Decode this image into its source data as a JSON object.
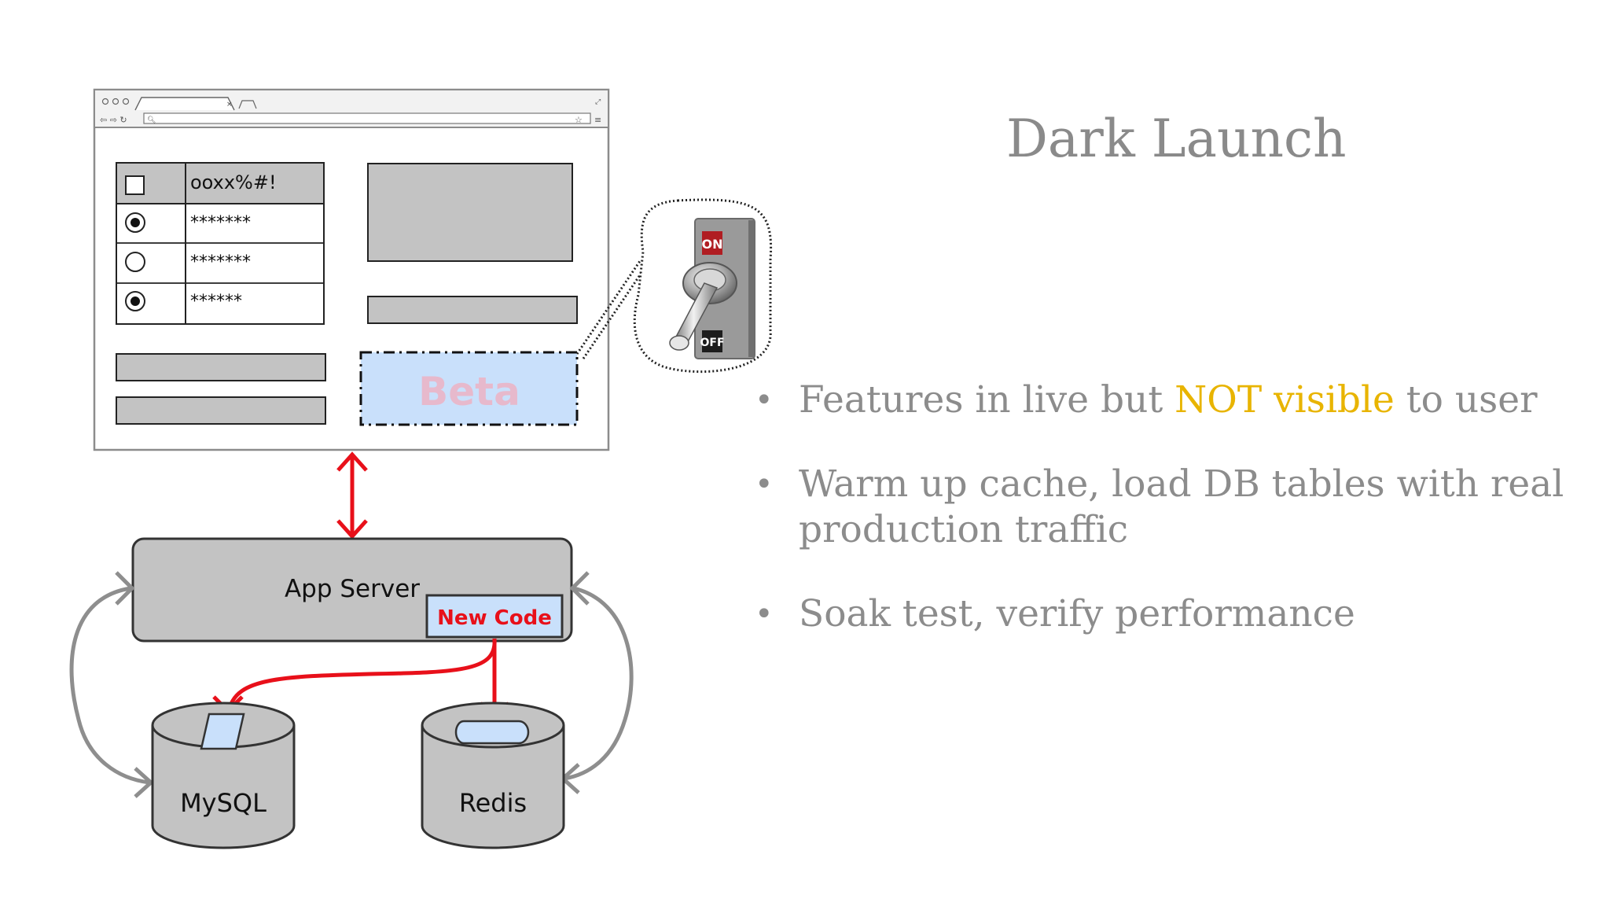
{
  "slide": {
    "title": "Dark Launch",
    "highlight_color": "#e8b400",
    "bullets": [
      {
        "before": "Features in live but ",
        "highlight": "NOT visible",
        "after": " to user"
      },
      {
        "before": "Warm up cache, load DB tables with real production traffic",
        "highlight": "",
        "after": ""
      },
      {
        "before": "Soak test, verify performance",
        "highlight": "",
        "after": ""
      }
    ]
  },
  "diagram": {
    "browser": {
      "table": {
        "header": "ooxx%#!",
        "rows": [
          "*******",
          "*******",
          "******"
        ],
        "radio_selected": [
          true,
          false,
          true
        ]
      },
      "beta_label": "Beta"
    },
    "toggle_switch": {
      "on_label": "ON",
      "off_label": "OFF"
    },
    "app_server_label": "App Server",
    "new_code_label": "New Code",
    "databases": [
      "MySQL",
      "Redis"
    ],
    "arrow_color": "#e8101a"
  }
}
